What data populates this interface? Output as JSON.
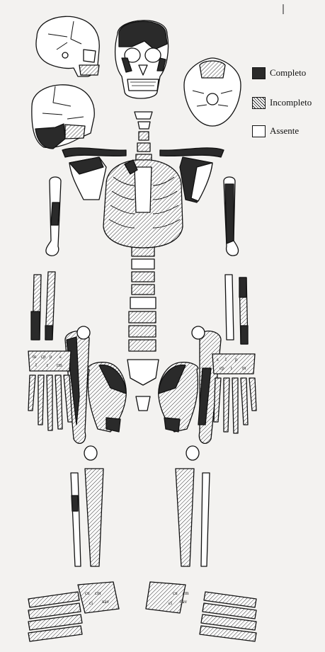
{
  "legend": {
    "complete": "Completo",
    "incomplete": "Incompleto",
    "absent": "Assente"
  },
  "colors": {
    "complete": "#2a2a2a",
    "incomplete": "hatched",
    "absent": "#ffffff",
    "outline": "#111111",
    "paper": "#f3f2f0"
  },
  "carpal_labels": {
    "right": [
      "m",
      "cp",
      "p",
      "s",
      "l",
      "t",
      "rm"
    ],
    "left": [
      "s",
      "l",
      "p",
      "cp",
      "t",
      "m"
    ]
  },
  "tarsal_labels": {
    "right": [
      "cu",
      "cm",
      "ci",
      "nav"
    ],
    "left": [
      "cu",
      "cm",
      "ci",
      "nav"
    ]
  }
}
